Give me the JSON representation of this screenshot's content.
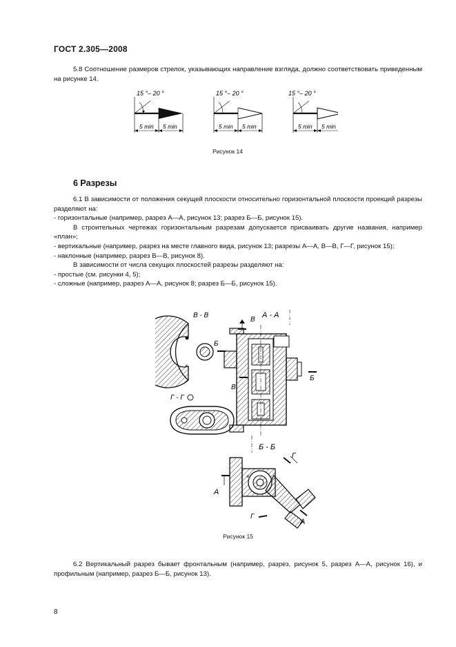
{
  "header": {
    "doc_code": "ГОСТ 2.305—2008"
  },
  "section_5_8": {
    "text": "5.8 Соотношение размеров стрелок, указывающих направление взгляда, должно соответствовать приведенным на рисунке 14."
  },
  "figure14": {
    "angle_label": "15 °– 20 °",
    "dim_label": "5 min",
    "caption": "Рисунок 14"
  },
  "section6": {
    "title": "6 Разрезы",
    "paragraphs": [
      "6.1 В зависимости от положения секущей плоскости относительно горизонтальной плоскости проекций разрезы разделяют на:",
      "- горизонтальные (например, разрез А—А, рисунок 13; разрез Б—Б, рисунок 15).",
      "В строительных чертежах горизонтальным разрезам допускается присваивать другие названия, например «план»;",
      "- вертикальные (например, разрез на месте главного вида, рисунок 13; разрезы А—А, В—В, Г—Г, рисунок 15);",
      "- наклонные (например, разрез В—В, рисунок 8).",
      "В зависимости от числа секущих плоскостей разрезы разделяют на:",
      "- простые (см. рисунки 4, 5);",
      "- сложные (например, разрез А—А, рисунок 8; разрез Б—Б, рисунок 15)."
    ]
  },
  "figure15": {
    "label_vv": "В - В",
    "label_aa": "А - А",
    "label_gg": "Г - Г",
    "label_bb": "Б - Б",
    "letter_v": "В",
    "letter_b": "Б",
    "letter_a": "А",
    "letter_g": "Г",
    "caption": "Рисунок 15"
  },
  "section_6_2": {
    "text": "6.2 Вертикальный разрез бывает фронтальным (например, разрез, рисунок 5, разрез А—А, рисунок 16), и профильным (например, разрез Б—Б, рисунок 13)."
  },
  "footer": {
    "page_number": "8"
  }
}
